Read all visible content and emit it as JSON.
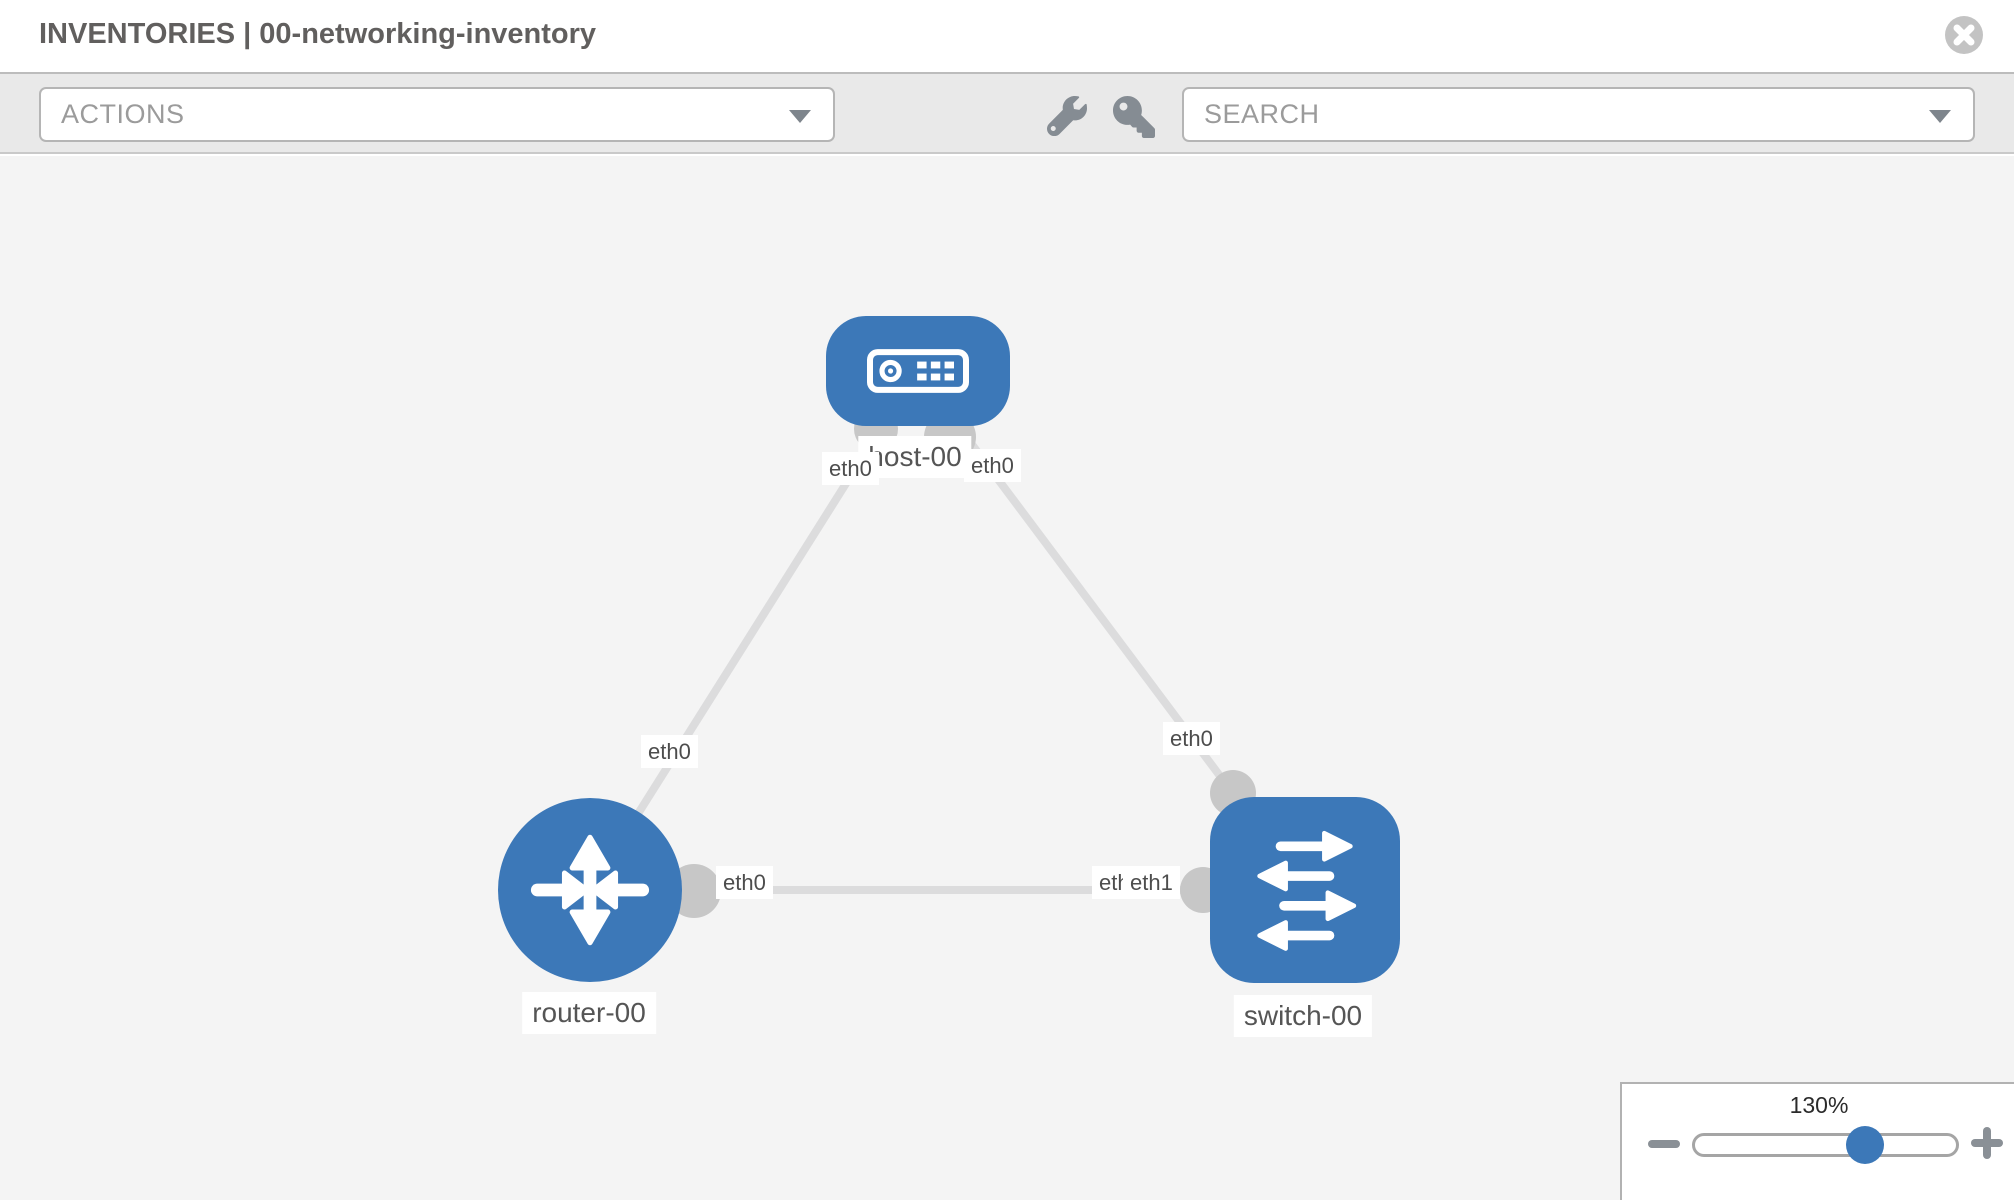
{
  "app": {
    "title": "INVENTORIES | 00-networking-inventory"
  },
  "toolbar": {
    "actions_label": "ACTIONS",
    "search_label": "SEARCH"
  },
  "diagram": {
    "nodes": [
      {
        "id": "host-00",
        "type": "host",
        "label": "host-00"
      },
      {
        "id": "router-00",
        "type": "router",
        "label": "router-00"
      },
      {
        "id": "switch-00",
        "type": "switch",
        "label": "switch-00"
      }
    ],
    "links": [
      {
        "from": "host-00",
        "to": "router-00"
      },
      {
        "from": "host-00",
        "to": "switch-00"
      },
      {
        "from": "router-00",
        "to": "switch-00"
      }
    ],
    "port_labels": {
      "host_left": "eth0",
      "host_right": "eth0",
      "router_top": "eth0",
      "router_right": "eth0",
      "switch_top": "eth0",
      "switch_left_back": "eth0",
      "switch_left_front": "eth1"
    }
  },
  "zoom_control": {
    "value": "130%"
  },
  "colors": {
    "node_blue": "#3c78b8",
    "link_gray": "#dcdcdd",
    "port_gray": "#c7c7c7",
    "toolbar_bg": "#e9e9e9",
    "canvas_bg": "#f4f4f4",
    "slider_thumb_blue": "#3c78b8",
    "icon_gray": "#8a9096",
    "title_gray": "#615f5e"
  }
}
